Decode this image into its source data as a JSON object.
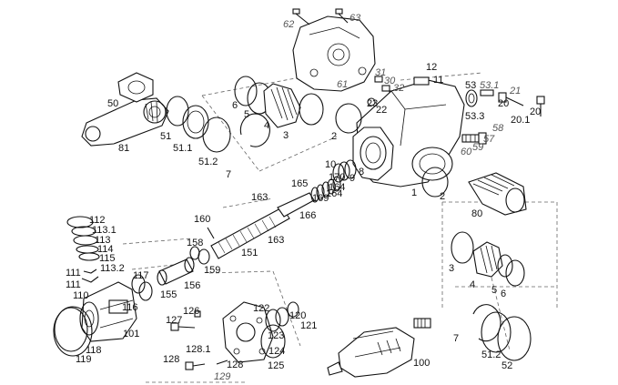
{
  "diagram": {
    "labels": [
      {
        "text": "62",
        "italic": true
      },
      {
        "text": "63",
        "italic": true
      },
      {
        "text": "61",
        "italic": true
      },
      {
        "text": "31",
        "italic": true
      },
      {
        "text": "30",
        "italic": true
      },
      {
        "text": "32",
        "italic": true
      },
      {
        "text": "12",
        "italic": false
      },
      {
        "text": "11",
        "italic": false
      },
      {
        "text": "53",
        "italic": false
      },
      {
        "text": "53.1",
        "italic": true
      },
      {
        "text": "21",
        "italic": true
      },
      {
        "text": "23",
        "italic": false
      },
      {
        "text": "22",
        "italic": false
      },
      {
        "text": "20",
        "italic": false
      },
      {
        "text": "53.3",
        "italic": false
      },
      {
        "text": "20.1",
        "italic": false
      },
      {
        "text": "20",
        "italic": false
      },
      {
        "text": "58",
        "italic": true
      },
      {
        "text": "57",
        "italic": true
      },
      {
        "text": "60",
        "italic": true
      },
      {
        "text": "59",
        "italic": true
      },
      {
        "text": "50",
        "italic": false
      },
      {
        "text": "6",
        "italic": false
      },
      {
        "text": "5",
        "italic": false
      },
      {
        "text": "4",
        "italic": false
      },
      {
        "text": "3",
        "italic": false
      },
      {
        "text": "51",
        "italic": false
      },
      {
        "text": "51.1",
        "italic": false
      },
      {
        "text": "51.2",
        "italic": false
      },
      {
        "text": "7",
        "italic": false
      },
      {
        "text": "81",
        "italic": false
      },
      {
        "text": "2",
        "italic": false
      },
      {
        "text": "10",
        "italic": false
      },
      {
        "text": "9",
        "italic": false
      },
      {
        "text": "8",
        "italic": false
      },
      {
        "text": "170",
        "italic": false
      },
      {
        "text": "165",
        "italic": false
      },
      {
        "text": "169",
        "italic": false
      },
      {
        "text": "164",
        "italic": false
      },
      {
        "text": "164",
        "italic": false
      },
      {
        "text": "166",
        "italic": false
      },
      {
        "text": "163",
        "italic": false
      },
      {
        "text": "163",
        "italic": false
      },
      {
        "text": "1",
        "italic": false
      },
      {
        "text": "2",
        "italic": false
      },
      {
        "text": "80",
        "italic": false
      },
      {
        "text": "160",
        "italic": false
      },
      {
        "text": "158",
        "italic": false
      },
      {
        "text": "159",
        "italic": false
      },
      {
        "text": "151",
        "italic": false
      },
      {
        "text": "112",
        "italic": false
      },
      {
        "text": "113.1",
        "italic": false
      },
      {
        "text": "113",
        "italic": false
      },
      {
        "text": "114",
        "italic": false
      },
      {
        "text": "115",
        "italic": false
      },
      {
        "text": "113.2",
        "italic": false
      },
      {
        "text": "111",
        "italic": false
      },
      {
        "text": "111",
        "italic": false
      },
      {
        "text": "110",
        "italic": false
      },
      {
        "text": "117",
        "italic": false
      },
      {
        "text": "116",
        "italic": false
      },
      {
        "text": "155",
        "italic": false
      },
      {
        "text": "156",
        "italic": false
      },
      {
        "text": "101",
        "italic": false
      },
      {
        "text": "118",
        "italic": false
      },
      {
        "text": "119",
        "italic": false
      },
      {
        "text": "126",
        "italic": false
      },
      {
        "text": "127",
        "italic": false
      },
      {
        "text": "128.1",
        "italic": false
      },
      {
        "text": "128",
        "italic": false
      },
      {
        "text": "128",
        "italic": false
      },
      {
        "text": "129",
        "italic": true
      },
      {
        "text": "122",
        "italic": false
      },
      {
        "text": "120",
        "italic": false
      },
      {
        "text": "121",
        "italic": false
      },
      {
        "text": "123",
        "italic": false
      },
      {
        "text": "124",
        "italic": false
      },
      {
        "text": "125",
        "italic": false
      },
      {
        "text": "100",
        "italic": false
      },
      {
        "text": "3",
        "italic": false
      },
      {
        "text": "4",
        "italic": false
      },
      {
        "text": "5",
        "italic": false
      },
      {
        "text": "6",
        "italic": false
      },
      {
        "text": "7",
        "italic": false
      },
      {
        "text": "51.2",
        "italic": false
      },
      {
        "text": "52",
        "italic": false
      }
    ]
  }
}
